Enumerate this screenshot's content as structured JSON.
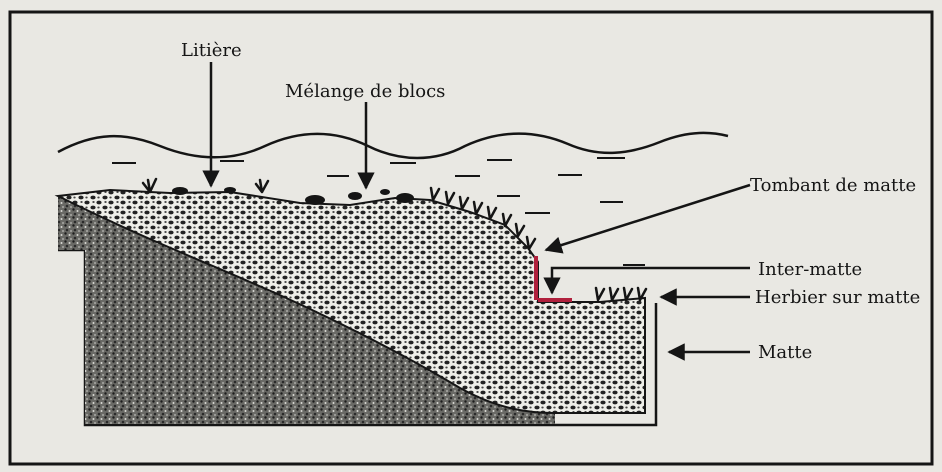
{
  "labels": {
    "litiere": "Litière",
    "melange": "Mélange de blocs",
    "tombant": "Tombant de matte",
    "inter": "Inter-matte",
    "herbier": "Herbier sur matte",
    "matte": "Matte"
  },
  "colors": {
    "page": "#b9b7b3",
    "paper": "#e9e8e3",
    "ink": "#151515",
    "highlight": "#b0203c"
  }
}
